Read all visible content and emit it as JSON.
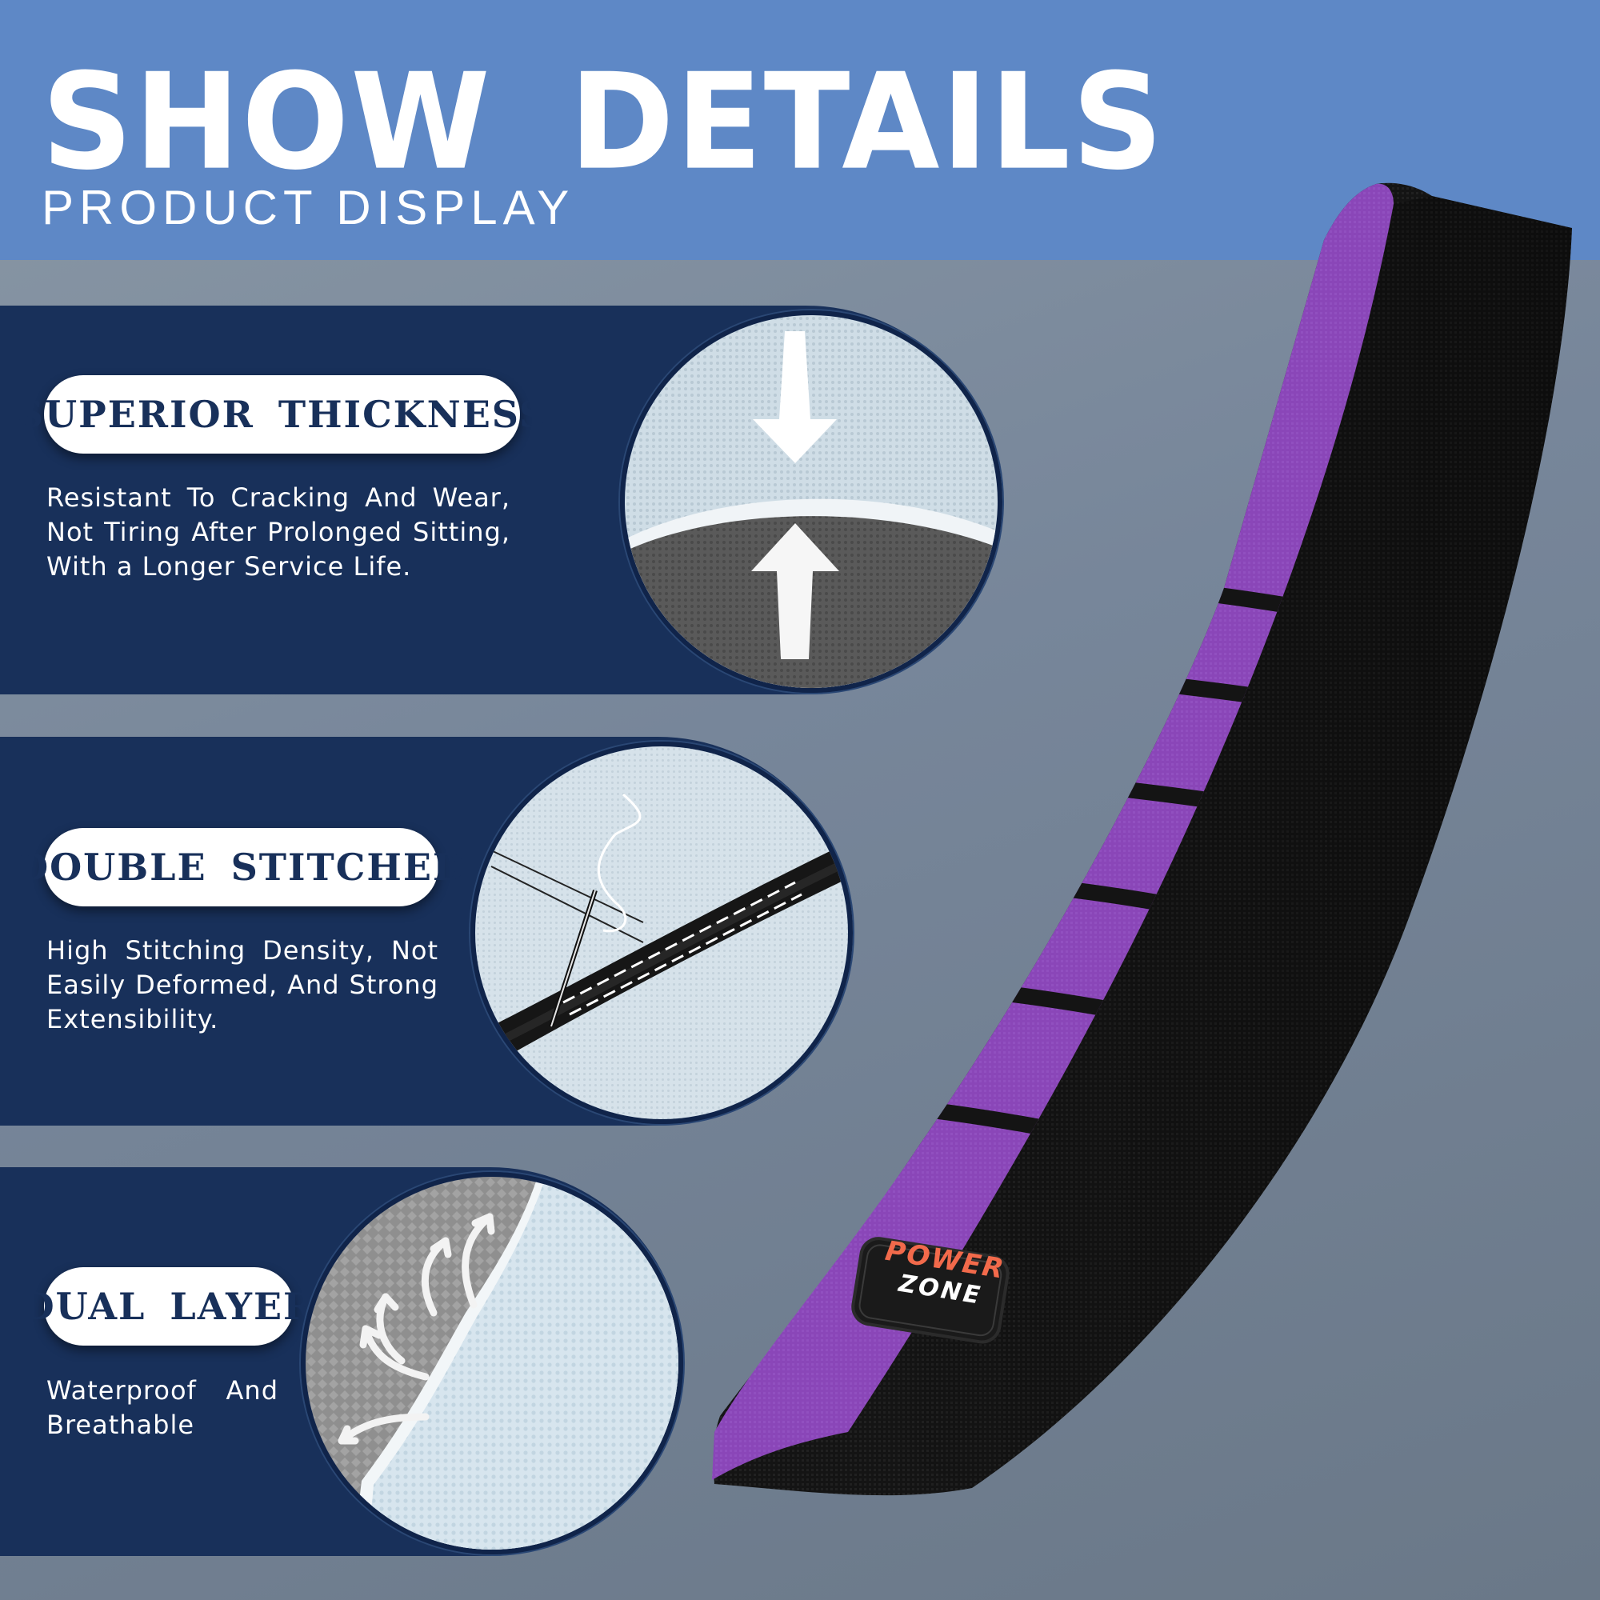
{
  "header": {
    "title": "SHOW  DETAILS",
    "subtitle": "PRODUCT DISPLAY"
  },
  "features": [
    {
      "label": "SUPERIOR  THICKNESS",
      "description": "Resistant To Cracking And Wear, Not Tiring After Prolonged Sitting, With a Longer Service Life.",
      "icon": "compression-arrows-icon"
    },
    {
      "label": "DOUBLE  STITCHED",
      "description": "High Stitching Density, Not Easily Deformed, And Strong Extensibility.",
      "icon": "needle-thread-icon"
    },
    {
      "label": "DUAL  LAYER",
      "description": "Waterproof  And Breathable",
      "icon": "airflow-arrows-icon"
    }
  ],
  "product": {
    "logo_line1": "POWER",
    "logo_line2": "ZONE"
  },
  "colors": {
    "header_blue": "#5e88c6",
    "panel_navy": "#18305a",
    "seat_purple": "#8a46b8",
    "seat_black": "#141414",
    "logo_orange": "#f26a4b"
  }
}
